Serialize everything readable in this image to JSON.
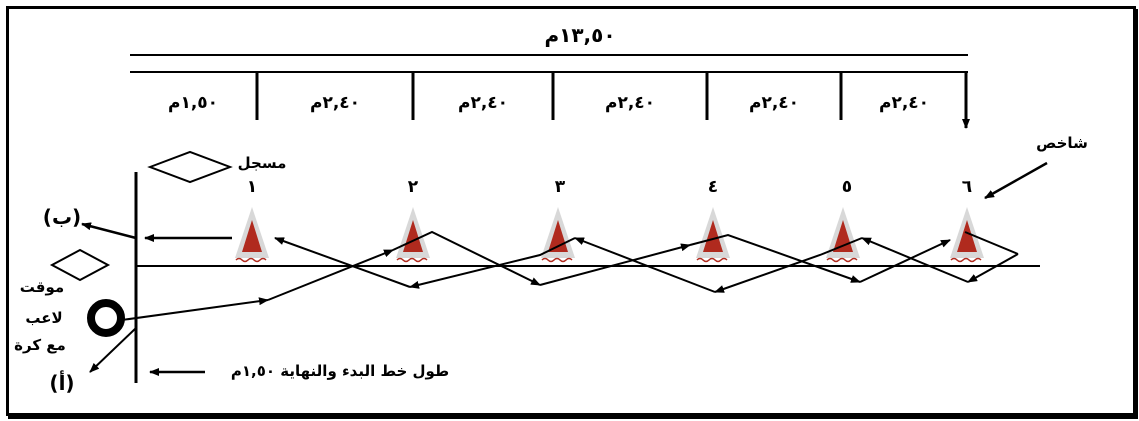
{
  "total_length": "١٣,٥٠م",
  "segments": [
    "١,٥٠م",
    "٢,٤٠م",
    "٢,٤٠م",
    "٢,٤٠م",
    "٢,٤٠م",
    "٢,٤٠م"
  ],
  "cone_numbers": [
    "١",
    "٢",
    "٣",
    "٤",
    "٥",
    "٦"
  ],
  "labels": {
    "marker": "شاخص",
    "recorder": "مسجل",
    "timer": "موقت",
    "player_line1": "لاعب",
    "player_line2": "مع كرة",
    "point_b": "(ب)",
    "point_a": "(أ)",
    "start_line": "طول خط البدء والنهاية ١,٥٠م"
  },
  "colors": {
    "cone_fill": "#b02a1e",
    "cone_shade": "#d8d8d8",
    "line": "#000000"
  }
}
